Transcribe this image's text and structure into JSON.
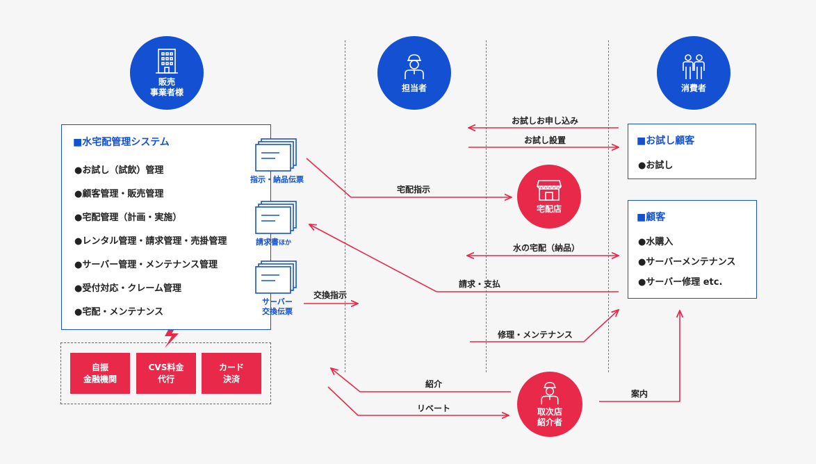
{
  "colors": {
    "blue": "#1450d2",
    "red": "#e8294a",
    "line": "#7a7a7a"
  },
  "actors": {
    "seller": {
      "label": "販売\n事業者様",
      "icon": "building-icon"
    },
    "staff": {
      "label": "担当者",
      "icon": "worker-icon"
    },
    "consumer": {
      "label": "消費者",
      "icon": "people-icon"
    },
    "shop": {
      "label": "宅配店",
      "icon": "shop-icon"
    },
    "agent": {
      "label": "取次店\n紹介者",
      "icon": "worker-icon"
    }
  },
  "system": {
    "title": "■水宅配管理システム",
    "items": [
      "●お試し（試飲）管理",
      "●顧客管理・販売管理",
      "●宅配管理（計画・実施）",
      "●レンタル管理・請求管理・売掛管理",
      "●サーバー管理・メンテナンス管理",
      "●受付対応・クレーム管理",
      "●宅配・メンテナンス"
    ]
  },
  "documents": {
    "instruction": "指示・納品伝票",
    "invoice": "請求書",
    "invoice_suffix": "ほか",
    "exchange": "サーバー\n交換伝票"
  },
  "payments": [
    "自振\n金融機関",
    "CVS料金\n代行",
    "カード\n決済"
  ],
  "trial_box": {
    "title": "■お試し顧客",
    "items": [
      "●お試し"
    ]
  },
  "customer_box": {
    "title": "■顧客",
    "items": [
      "●水購入",
      "●サーバーメンテナンス",
      "●サーバー修理 etc."
    ]
  },
  "arrows": {
    "trial_apply": "お試しお申し込み",
    "trial_install": "お試し設置",
    "delivery_instruction": "宅配指示",
    "water_delivery": "水の宅配（納品）",
    "billing": "請求・支払",
    "exchange_instruction": "交換指示",
    "repair": "修理・メンテナンス",
    "introduction": "紹介",
    "rebate": "リベート",
    "guidance": "案内"
  }
}
